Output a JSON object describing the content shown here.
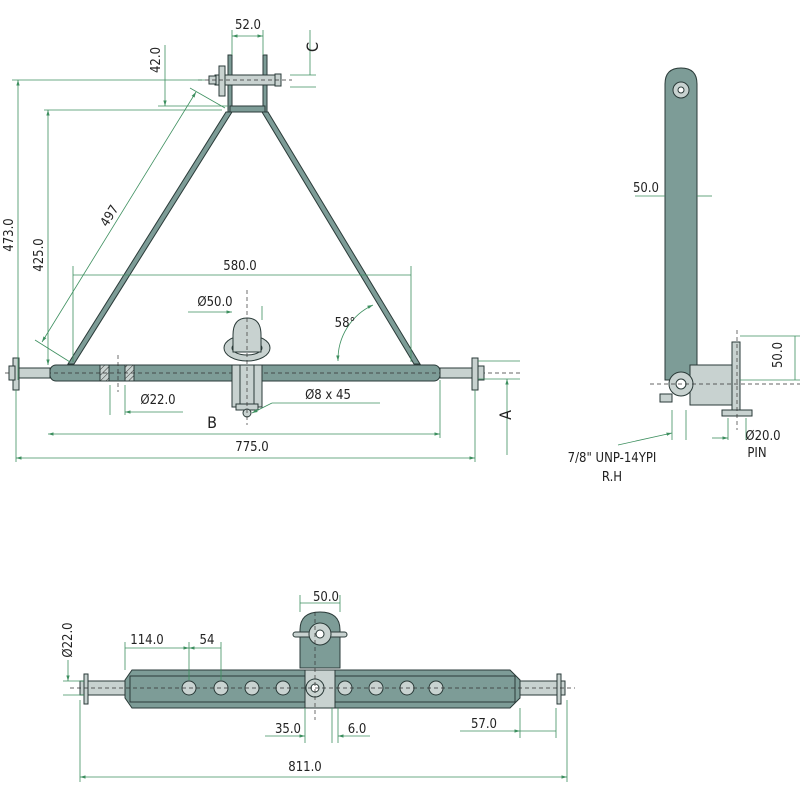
{
  "front_view": {
    "top_width": "52.0",
    "label_c": "C",
    "top_offset": "42.0",
    "overall_height": "473.0",
    "frame_height": "425.0",
    "leg_length": "497",
    "leg_spacing": "580.0",
    "ball_diameter": "Ø50.0",
    "angle": "58°",
    "hole_diameter": "Ø22.0",
    "pin_spec": "Ø8 x 45",
    "label_b": "B",
    "overall_width": "775.0",
    "label_a": "A"
  },
  "side_view": {
    "bar_width": "50.0",
    "clevis_height": "50.0",
    "pin_diameter": "Ø20.0",
    "pin_label": "PIN",
    "thread_spec": "7/8\" UNP-14YPI",
    "thread_hand": "R.H"
  },
  "bottom_view": {
    "tab_width": "50.0",
    "first_hole_offset": "114.0",
    "hole_pitch": "54",
    "pin_diameter": "Ø22.0",
    "center_offset": "35.0",
    "plate_thickness": "6.0",
    "pin_length": "57.0",
    "overall_width": "811.0"
  },
  "colors": {
    "part_fill": "#7d9c97",
    "dimension_line": "#3d8f5f"
  }
}
